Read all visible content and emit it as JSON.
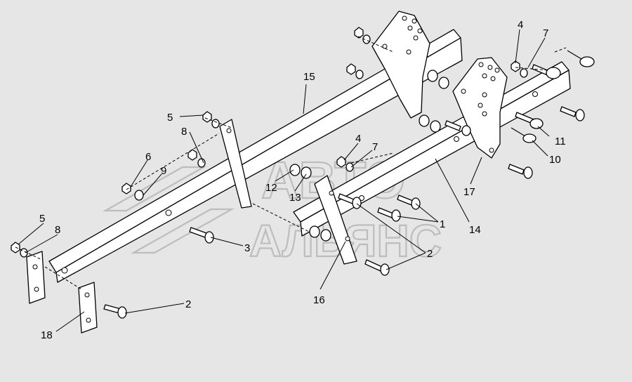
{
  "watermark": {
    "line1": "АВТО",
    "line2": "АЛЬЯНС"
  },
  "callouts": [
    {
      "id": "c15",
      "text": "15"
    },
    {
      "id": "c4a",
      "text": "4"
    },
    {
      "id": "c7a",
      "text": "7"
    },
    {
      "id": "c5a",
      "text": "5"
    },
    {
      "id": "c8a",
      "text": "8"
    },
    {
      "id": "c6",
      "text": "6"
    },
    {
      "id": "c9",
      "text": "9"
    },
    {
      "id": "c4b",
      "text": "4"
    },
    {
      "id": "c7b",
      "text": "7"
    },
    {
      "id": "c12",
      "text": "12"
    },
    {
      "id": "c13",
      "text": "13"
    },
    {
      "id": "c11",
      "text": "11"
    },
    {
      "id": "c10",
      "text": "10"
    },
    {
      "id": "c17",
      "text": "17"
    },
    {
      "id": "c5b",
      "text": "5"
    },
    {
      "id": "c8b",
      "text": "8"
    },
    {
      "id": "c1",
      "text": "1"
    },
    {
      "id": "c14",
      "text": "14"
    },
    {
      "id": "c3",
      "text": "3"
    },
    {
      "id": "c2a",
      "text": "2"
    },
    {
      "id": "c2b",
      "text": "2"
    },
    {
      "id": "c16",
      "text": "16"
    },
    {
      "id": "c18",
      "text": "18"
    }
  ]
}
